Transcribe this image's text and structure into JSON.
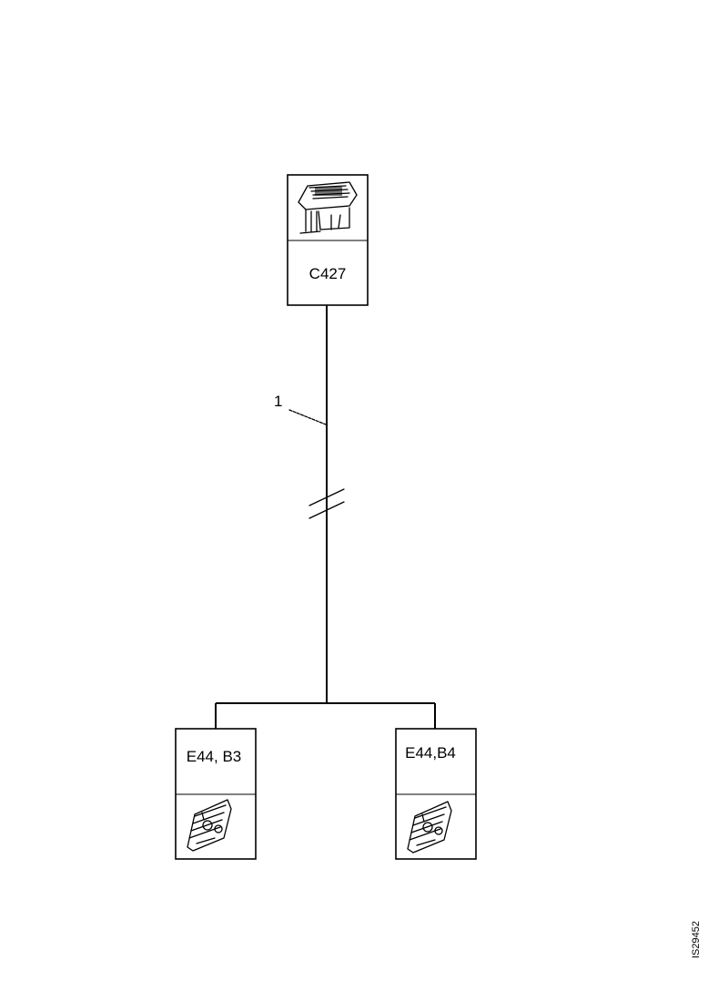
{
  "components": {
    "top": {
      "label": "C427",
      "icon": "connector-icon"
    },
    "bottom_left": {
      "label": "E44, B3",
      "icon": "connector-icon"
    },
    "bottom_right": {
      "label": "E44,B4",
      "icon": "connector-icon"
    }
  },
  "callout": {
    "label": "1"
  },
  "document_id": "IS29452"
}
